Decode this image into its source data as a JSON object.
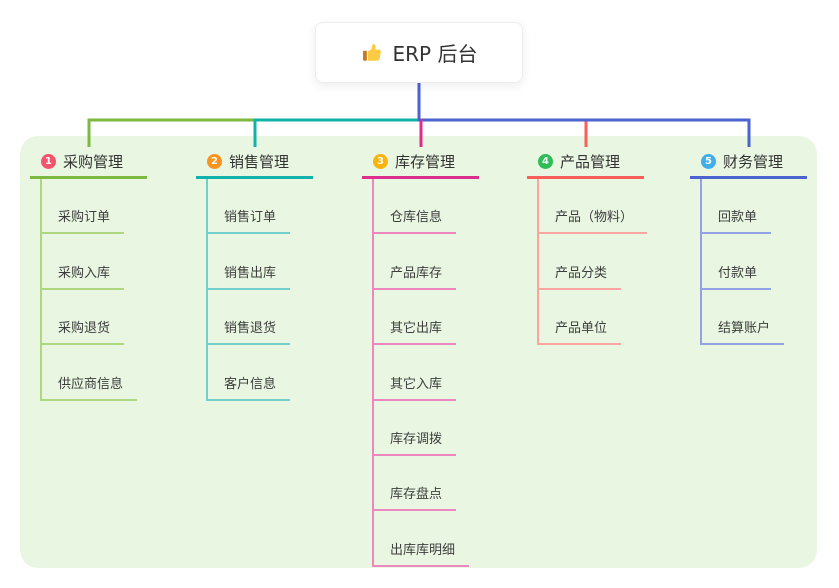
{
  "root": {
    "title": "ERP 后台",
    "icon": "thumbs-up-icon"
  },
  "branches": [
    {
      "badge": "1",
      "label": "采购管理",
      "line_color": "#7CB93E",
      "child_line_color": "#AFD77F",
      "badge_color": "#F4536E",
      "children": [
        "采购订单",
        "采购入库",
        "采购退货",
        "供应商信息"
      ]
    },
    {
      "badge": "2",
      "label": "销售管理",
      "line_color": "#12B2AC",
      "child_line_color": "#73CFC9",
      "badge_color": "#F7941E",
      "children": [
        "销售订单",
        "销售出库",
        "销售退货",
        "客户信息"
      ]
    },
    {
      "badge": "3",
      "label": "库存管理",
      "line_color": "#DB2E8F",
      "child_line_color": "#EE87C0",
      "badge_color": "#FBB40C",
      "children": [
        "仓库信息",
        "产品库存",
        "其它出库",
        "其它入库",
        "库存调拨",
        "库存盘点",
        "出库库明细"
      ]
    },
    {
      "badge": "4",
      "label": "产品管理",
      "line_color": "#F85F5B",
      "child_line_color": "#FBA5A1",
      "badge_color": "#2EBD59",
      "children": [
        "产品（物料）",
        "产品分类",
        "产品单位"
      ]
    },
    {
      "badge": "5",
      "label": "财务管理",
      "line_color": "#4B62D1",
      "child_line_color": "#93A2E5",
      "badge_color": "#41AEE8",
      "children": [
        "回款单",
        "付款单",
        "结算账户"
      ]
    }
  ],
  "colors": {
    "canvas_background": "#E9F6E2",
    "root_connector": "#4B62D1",
    "text": "#333333",
    "card_background": "#FFFFFF"
  }
}
